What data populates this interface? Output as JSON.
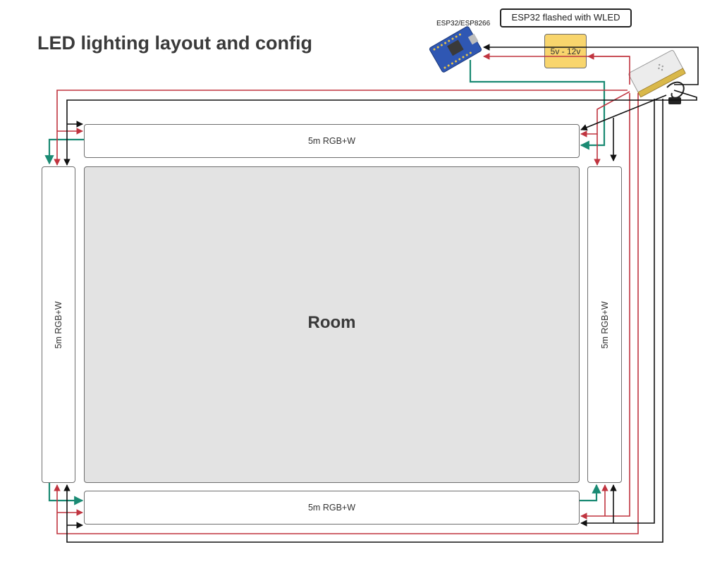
{
  "title": "LED lighting layout and config",
  "note": "ESP32 flashed with WLED",
  "controller": {
    "label": "ESP32/ESP8266",
    "icon": "microcontroller-board-icon"
  },
  "regulator": {
    "label": "5v - 12v"
  },
  "power_supply": {
    "icon": "power-supply-icon",
    "plug_icon": "power-plug-icon"
  },
  "room": {
    "label": "Room"
  },
  "strips": {
    "top": "5m RGB+W",
    "left": "5m RGB+W",
    "right": "5m RGB+W",
    "bottom": "5m RGB+W"
  },
  "wire_colors": {
    "positive": "#c0343f",
    "ground": "#111111",
    "data": "#1a8a73"
  }
}
